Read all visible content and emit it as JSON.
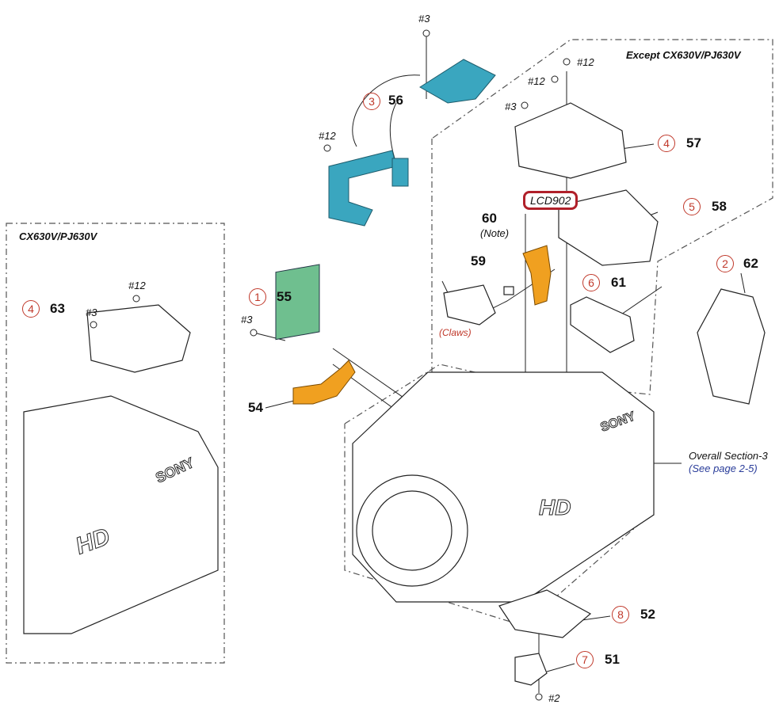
{
  "regions": {
    "except_title": "Except CX630V/PJ630V",
    "cx_title": "CX630V/PJ630V"
  },
  "screws": {
    "s3_top": "#3",
    "s12_left": "#12",
    "s12_a": "#12",
    "s12_b": "#12",
    "s3_right": "#3",
    "s3_mid": "#3",
    "s12_inset": "#12",
    "s3_inset": "#3",
    "s2_bottom": "#2"
  },
  "parts": [
    {
      "callout": "1",
      "number": "55"
    },
    {
      "callout": "",
      "number": "54"
    },
    {
      "callout": "2",
      "number": "62"
    },
    {
      "callout": "3",
      "number": "56"
    },
    {
      "callout": "4",
      "number": "57"
    },
    {
      "callout": "5",
      "number": "58"
    },
    {
      "callout": "6",
      "number": "61"
    },
    {
      "callout": "7",
      "number": "51"
    },
    {
      "callout": "8",
      "number": "52"
    },
    {
      "callout": "",
      "number": "59"
    },
    {
      "callout": "",
      "number": "60"
    },
    {
      "callout": "4",
      "number": "63"
    }
  ],
  "notes": {
    "note60": "(Note)",
    "claws": "(Claws)",
    "lcd": "LCD902",
    "overall": "Overall Section-3",
    "see_page": "(See page 2-5)"
  },
  "colors": {
    "callout_red": "#c0392b",
    "lcd_box": "#b0202a",
    "teal_part": "#3aa6bf",
    "green_board": "#6fbf8f",
    "orange_flex": "#f0a020",
    "link_blue": "#2a3d9a"
  }
}
